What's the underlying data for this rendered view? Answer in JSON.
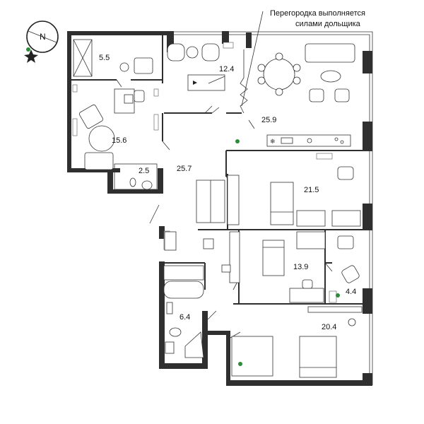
{
  "note": {
    "line1": "Перегородка выполняется",
    "line2": "силами дольщика"
  },
  "compass": {
    "label": "N"
  },
  "rooms": [
    {
      "id": "storage",
      "area": "5.5"
    },
    {
      "id": "study",
      "area": "15.6"
    },
    {
      "id": "toilet",
      "area": "2.5"
    },
    {
      "id": "hall",
      "area": "25.7"
    },
    {
      "id": "den",
      "area": "12.4"
    },
    {
      "id": "kitchen-living",
      "area": "25.9"
    },
    {
      "id": "bedroom-1",
      "area": "21.5"
    },
    {
      "id": "bedroom-2",
      "area": "13.9"
    },
    {
      "id": "loggia",
      "area": "4.4"
    },
    {
      "id": "bathroom",
      "area": "6.4"
    },
    {
      "id": "master-bedroom",
      "area": "20.4"
    }
  ],
  "colors": {
    "wall": "#2f2f2f",
    "plant": "#2e8b3a",
    "background": "#ffffff"
  }
}
